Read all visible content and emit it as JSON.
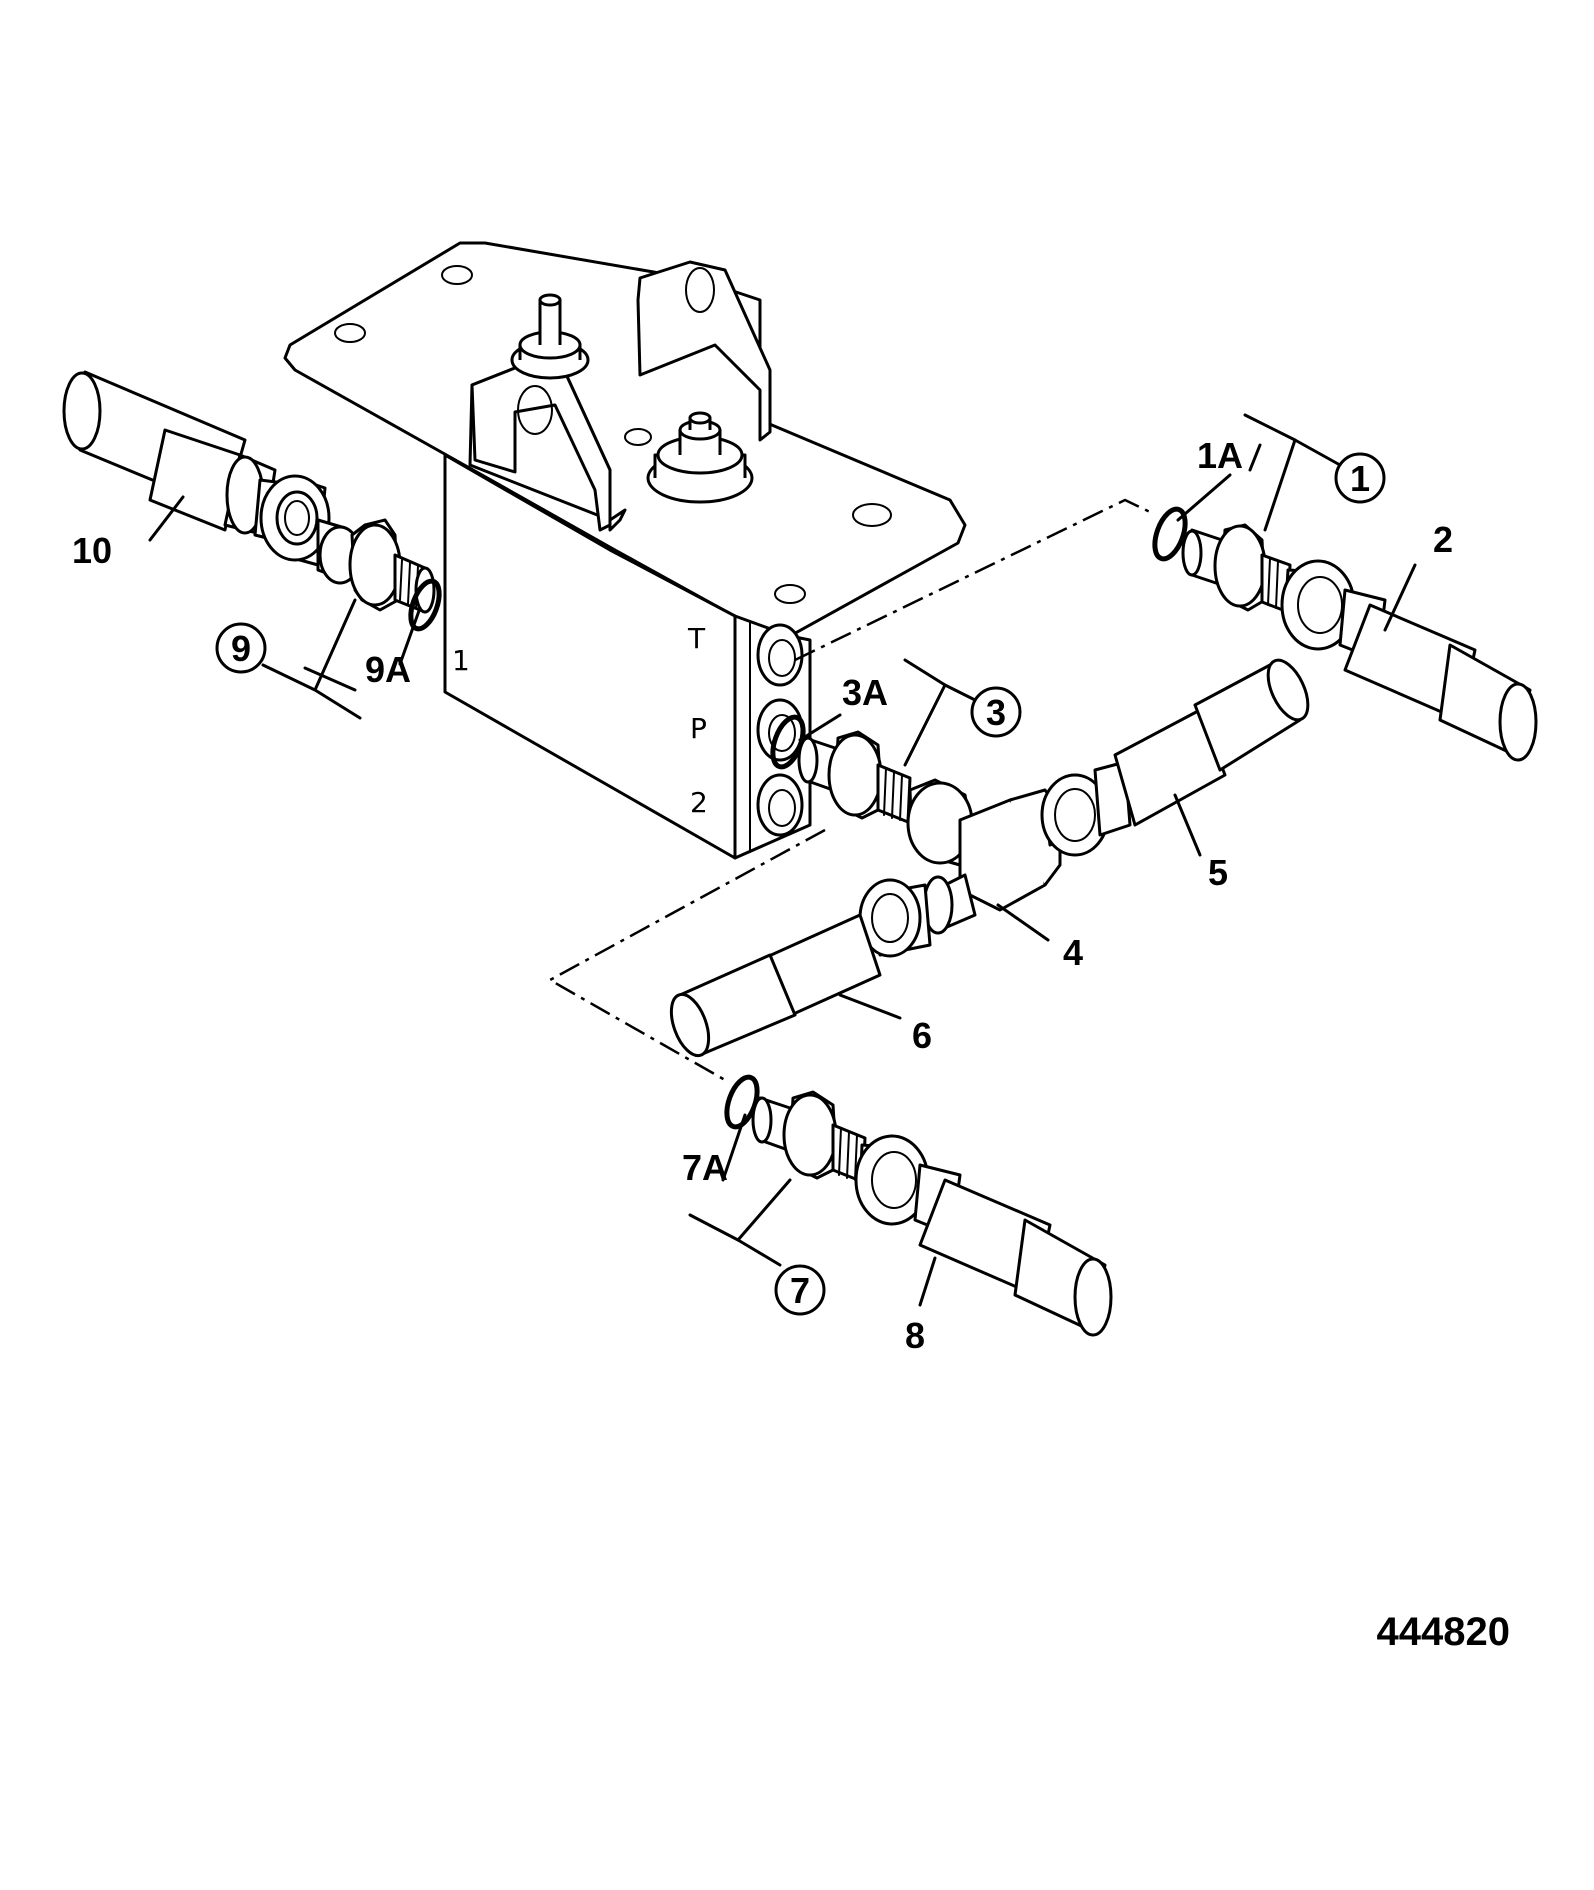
{
  "diagram": {
    "figure_number": "444820",
    "callouts": {
      "c1": "1",
      "c1A": "1A",
      "c2": "2",
      "c3": "3",
      "c3A": "3A",
      "c4": "4",
      "c5": "5",
      "c6": "6",
      "c7": "7",
      "c7A": "7A",
      "c8": "8",
      "c9": "9",
      "c9A": "9A",
      "c10": "10"
    },
    "ports": {
      "tank": "T",
      "pressure": "P",
      "port2": "2",
      "port1": "1"
    }
  }
}
